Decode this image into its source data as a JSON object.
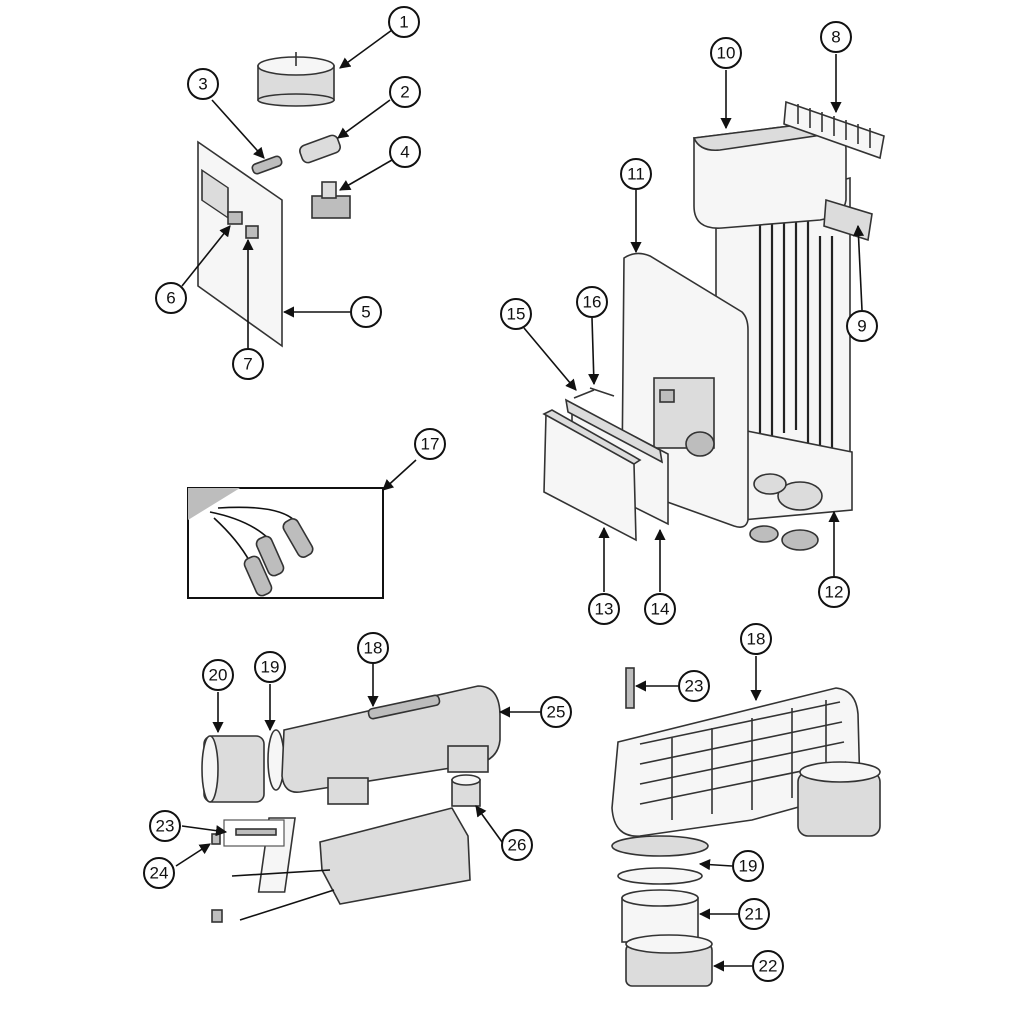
{
  "diagram": {
    "callouts": [
      {
        "id": "1",
        "label": "1"
      },
      {
        "id": "2",
        "label": "2"
      },
      {
        "id": "3",
        "label": "3"
      },
      {
        "id": "4",
        "label": "4"
      },
      {
        "id": "5",
        "label": "5"
      },
      {
        "id": "6",
        "label": "6"
      },
      {
        "id": "7",
        "label": "7"
      },
      {
        "id": "8",
        "label": "8"
      },
      {
        "id": "9",
        "label": "9"
      },
      {
        "id": "10",
        "label": "10"
      },
      {
        "id": "11",
        "label": "11"
      },
      {
        "id": "12",
        "label": "12"
      },
      {
        "id": "13",
        "label": "13"
      },
      {
        "id": "14",
        "label": "14"
      },
      {
        "id": "15",
        "label": "15"
      },
      {
        "id": "16",
        "label": "16"
      },
      {
        "id": "17",
        "label": "17"
      },
      {
        "id": "18a",
        "label": "18"
      },
      {
        "id": "19a",
        "label": "19"
      },
      {
        "id": "20",
        "label": "20"
      },
      {
        "id": "23a",
        "label": "23"
      },
      {
        "id": "24",
        "label": "24"
      },
      {
        "id": "25",
        "label": "25"
      },
      {
        "id": "26",
        "label": "26"
      },
      {
        "id": "18b",
        "label": "18"
      },
      {
        "id": "23b",
        "label": "23"
      },
      {
        "id": "19b",
        "label": "19"
      },
      {
        "id": "21",
        "label": "21"
      },
      {
        "id": "22",
        "label": "22"
      }
    ],
    "colors": {
      "line": "#111111",
      "part_fill": "#dcdcdc",
      "part_dark": "#bdbdbd"
    }
  }
}
